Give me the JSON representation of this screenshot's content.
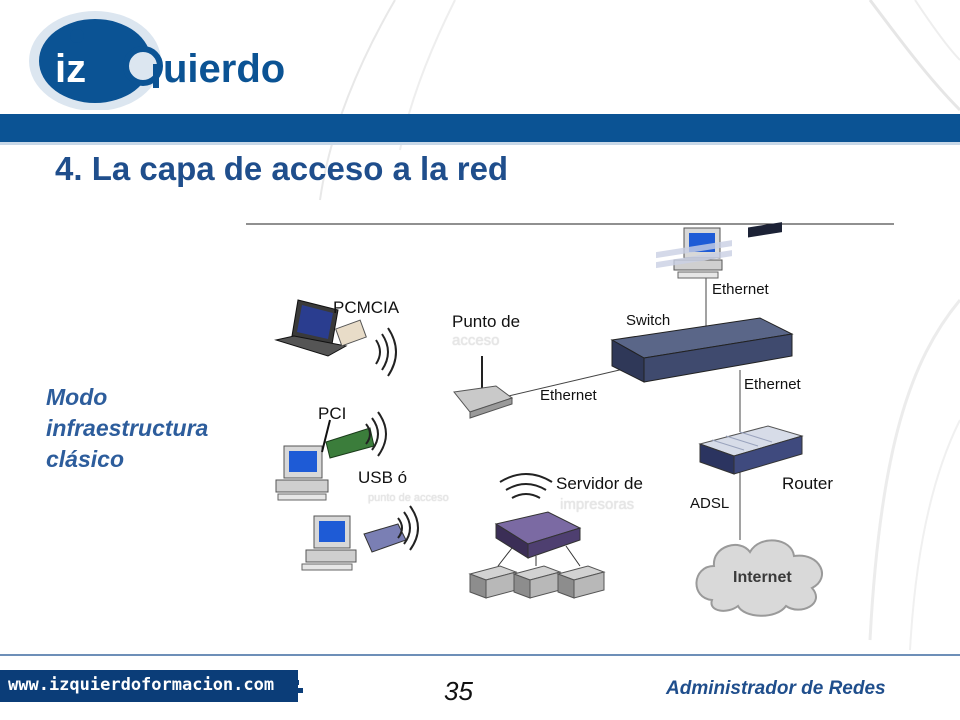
{
  "logo": {
    "text": "izquierdo",
    "primary_color": "#0b5394",
    "ring_color": "#c9d6e6"
  },
  "slide": {
    "title": "4. La capa de acceso a la red"
  },
  "side_text": {
    "line1": "Modo",
    "line2": "infraestructura",
    "line3": "clásico"
  },
  "diagram": {
    "labels": {
      "pcmcia": "PCMCIA",
      "pci": "PCI",
      "usb": "USB ó",
      "punto_de": "Punto de",
      "switch": "Switch",
      "ethernet_top": "Ethernet",
      "ethernet_right": "Ethernet",
      "ethernet_left": "Ethernet",
      "servidor_de": "Servidor de",
      "router": "Router",
      "adsl": "ADSL",
      "internet": "Internet"
    },
    "faded": {
      "punto_de_2": "acceso",
      "usb_2": "punto de acceso",
      "servidor_de_2": "impresoras"
    }
  },
  "footer": {
    "url": "www.izquierdoformacion.com",
    "page_number": "35",
    "course": "Administrador de Redes"
  },
  "colors": {
    "title": "#1f4e8c",
    "bar": "#0b5394",
    "footer_banner": "#0b3d78"
  }
}
